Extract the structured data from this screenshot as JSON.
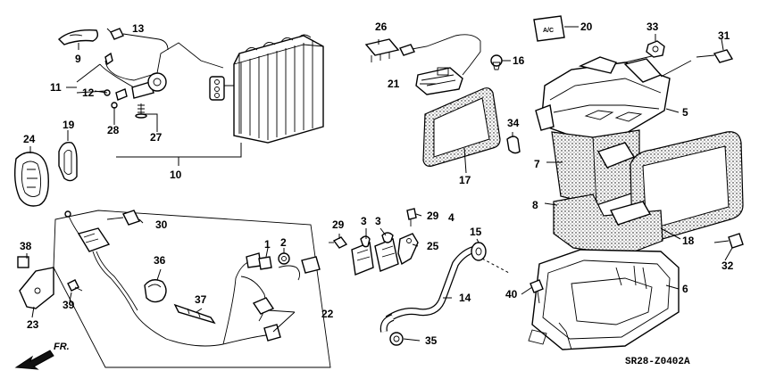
{
  "callouts": {
    "c1": "1",
    "c2": "2",
    "c3a": "3",
    "c3b": "3",
    "c4": "4",
    "c5": "5",
    "c6": "6",
    "c7": "7",
    "c8": "8",
    "c9": "9",
    "c10": "10",
    "c11": "11",
    "c12": "12",
    "c13": "13",
    "c14": "14",
    "c15": "15",
    "c16": "16",
    "c17": "17",
    "c18": "18",
    "c19": "19",
    "c20": "20",
    "c21": "21",
    "c22": "22",
    "c23": "23",
    "c24": "24",
    "c25": "25",
    "c26": "26",
    "c27": "27",
    "c28": "28",
    "c29a": "29",
    "c29b": "29",
    "c30": "30",
    "c31": "31",
    "c32": "32",
    "c33": "33",
    "c34": "34",
    "c35": "35",
    "c36": "36",
    "c37": "37",
    "c38": "38",
    "c39": "39",
    "c40": "40"
  },
  "ac_button_text": "A/C",
  "fr_label": "FR.",
  "diagram_code": "SR28-Z0402A"
}
